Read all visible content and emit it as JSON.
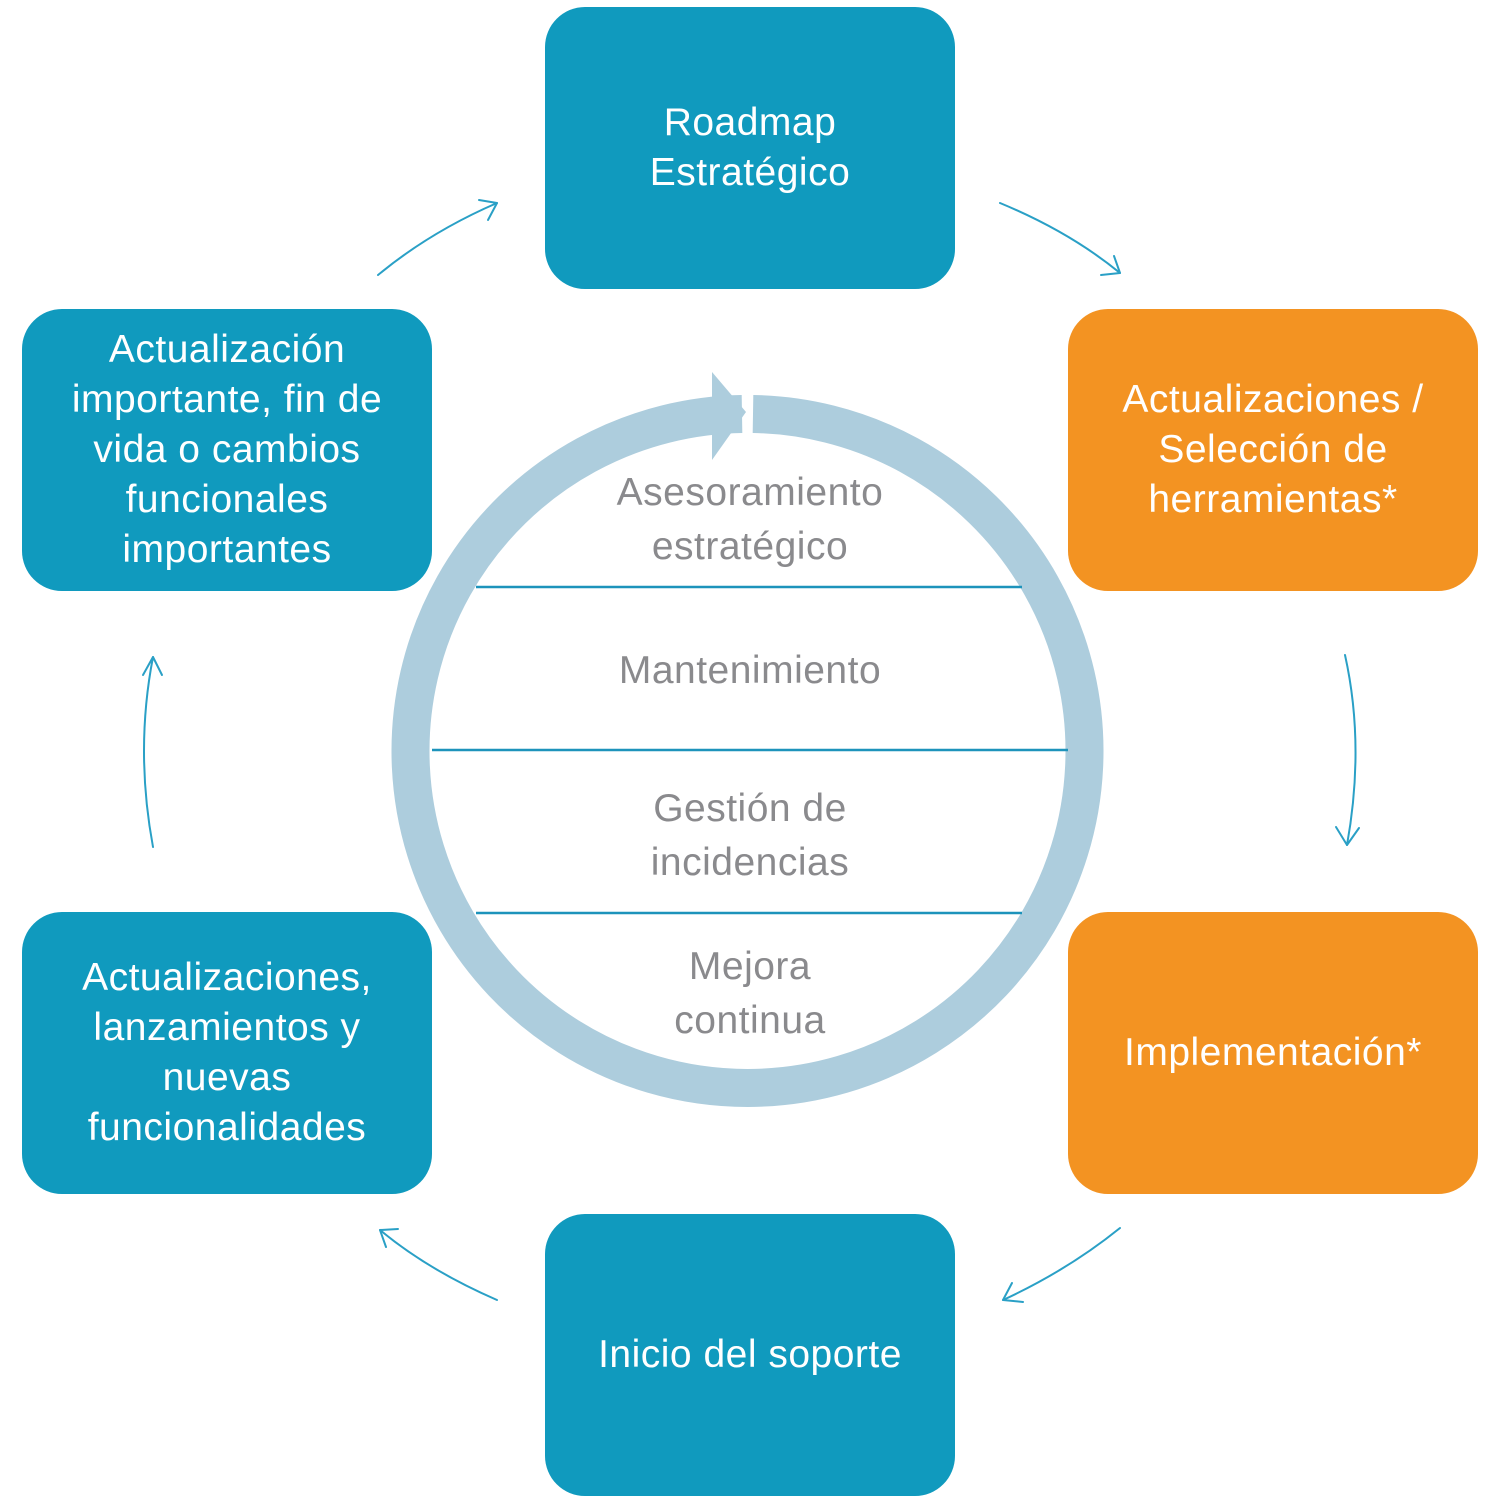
{
  "colors": {
    "blue_box": "#109abe",
    "orange_box": "#f39322",
    "ring": "#adcddd",
    "divider": "#1d93bb",
    "arrow": "#2aa0c6",
    "center_text": "#8a8a8d"
  },
  "cycle": {
    "steps": [
      {
        "label": "Roadmap\nEstratégico",
        "color": "blue"
      },
      {
        "label": "Actualizaciones /\nSelección de\nherramientas*",
        "color": "orange"
      },
      {
        "label": "Implementación*",
        "color": "orange"
      },
      {
        "label": "Inicio del soporte",
        "color": "blue"
      },
      {
        "label": "Actualizaciones,\nlanzamientos y\nnuevas\nfuncionalidades",
        "color": "blue"
      },
      {
        "label": "Actualización\nimportante, fin de\nvida o cambios\nfuncionales\nimportantes",
        "color": "blue"
      }
    ]
  },
  "center": {
    "sections": [
      "Asesoramiento\nestratégico",
      "Mantenimiento",
      "Gestión de\nincidencias",
      "Mejora\ncontinua"
    ]
  }
}
